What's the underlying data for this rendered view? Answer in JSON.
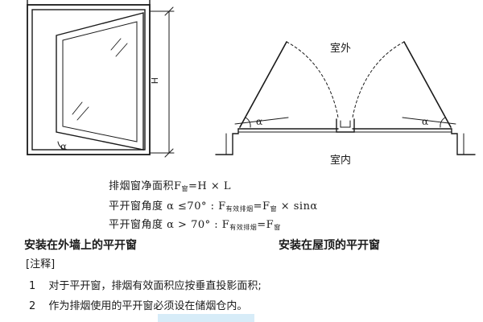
{
  "left_figure": {
    "height_label": "H",
    "angle_label": "α"
  },
  "right_figure": {
    "outside_label": "室外",
    "inside_label": "室内",
    "angle_label": "α"
  },
  "formulas": {
    "net_area": {
      "text": "排烟窗净面积F",
      "sub": "窗",
      "tail": "=H × L"
    },
    "case_small": {
      "prefix": "平开窗角度 α ≤70°  :  F",
      "sub1": "有效排烟",
      "mid": "=F",
      "sub2": "窗",
      "tail": " × sinα"
    },
    "case_large": {
      "prefix": "平开窗角度 α > 70°  :  F",
      "sub1": "有效排烟",
      "mid": "=F",
      "sub2": "窗",
      "tail": ""
    }
  },
  "captions": {
    "left": "安装在外墙上的平开窗",
    "right": "安装在屋顶的平开窗"
  },
  "notes": {
    "header": "[注释]",
    "items": [
      {
        "num": "1",
        "text": "对于平开窗，排烟有效面积应按垂直投影面积;"
      },
      {
        "num": "2",
        "text": "作为排烟使用的平开窗必须设在储烟仓内。"
      }
    ]
  },
  "colors": {
    "line": "#1a1a1a",
    "highlight": "#d7ecf8"
  }
}
